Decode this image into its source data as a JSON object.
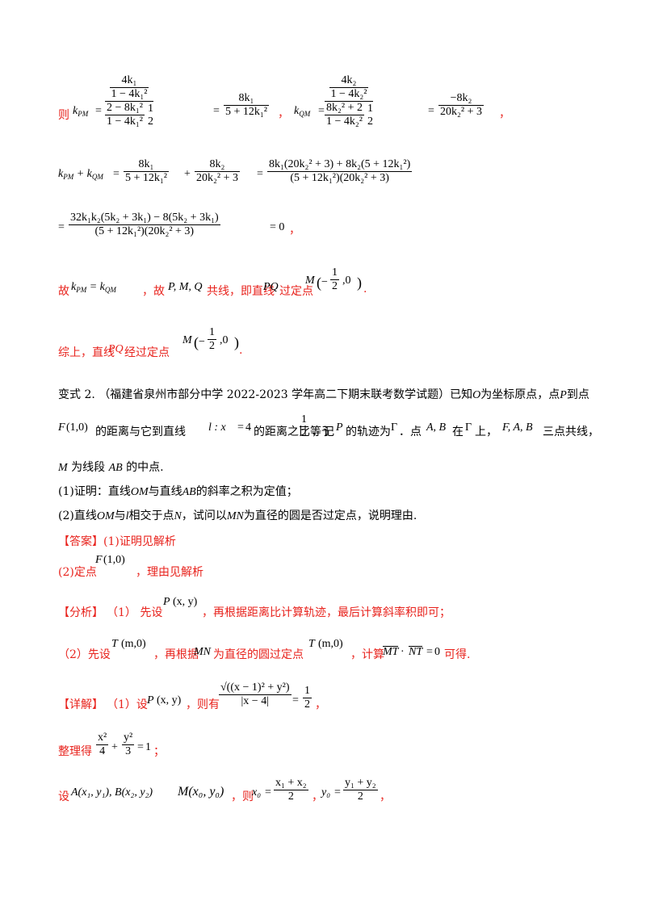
{
  "colors": {
    "red": "#e8231d",
    "black": "#000000"
  },
  "block1": {
    "prefix": "则",
    "kpm": "k",
    "kpm_sub": "PM",
    "kqm": "k",
    "kqm_sub": "QM",
    "pm_inner_num": "4k₁",
    "pm_inner_den": "1 − 4k₁²",
    "pm_mid_num": "2 − 8k₁²",
    "pm_mid_num_right": "1",
    "pm_mid_den": "1 − 4k₁²",
    "pm_mid_den_right": "2",
    "pm_result_num": "8k₁",
    "pm_result_den": "5 + 12k₁²",
    "qm_inner_num": "4k₂",
    "qm_inner_den": "1 − 4k₂²",
    "qm_mid_num": "8k₂² + 2",
    "qm_mid_num_right": "1",
    "qm_mid_den": "1 − 4k₂²",
    "qm_mid_den_right": "2",
    "qm_result_num": "−8k₂",
    "qm_result_den": "20k₂² + 3",
    "sep": "，",
    "end": "，"
  },
  "block2": {
    "lhs": "k",
    "lhs_sub1": "PM",
    "lhs_sub2": "QM",
    "f1_num": "8k₁",
    "f1_den": "5 + 12k₁²",
    "f2_num": "8k₂",
    "f2_den": "20k₂² + 3",
    "big_num": "8k₁(20k₂² + 3) + 8k₂(5 + 12k₁²)",
    "big_den": "(5 + 12k₁²)(20k₂² + 3)"
  },
  "block3": {
    "num": "32k₁k₂(5k₂ + 3k₁) − 8(5k₂ + 3k₁)",
    "den": "(5 + 12k₁²)(20k₂² + 3)",
    "rhs": "= 0",
    "end": "，"
  },
  "block4": {
    "t1": "故",
    "eq": "k",
    "sub1": "PM",
    "sub2": "QM",
    "t2": "，故",
    "pts": "P, M, Q",
    "t3": "共线，即直线",
    "pq": "PQ",
    "t4": "过定点",
    "M": "M",
    "frac_num": "1",
    "frac_den": "2",
    "pt_tail": ",0",
    "end": "."
  },
  "block5": {
    "t1": "综上，直线",
    "pq": "PQ",
    "t2": "经过定点",
    "M": "M",
    "frac_num": "1",
    "frac_den": "2",
    "pt_tail": ",0",
    "end": "."
  },
  "problem": {
    "label": "变式 2.",
    "source": "（福建省泉州市部分中学 2022-2023 学年高二下期末联考数学试题）已知",
    "O": "O",
    "t1": "为坐标原点，点",
    "P": "P",
    "t2": "到点",
    "F": "F",
    "F_coord": "(1,0)",
    "t3": "的距离与它到直线",
    "l": "l : x",
    "l_tail": "4",
    "t4": "的距离之比等于",
    "ratio_num": "1",
    "ratio_den": "2",
    "t5": "，记",
    "P2": "P",
    "t6": "的轨迹为",
    "t7": "．点",
    "AB": "A, B",
    "t8": "在",
    "t9": "上，",
    "FAB": "F, A, B",
    "t10": "三点共线，",
    "M": "M",
    "t11": "为线段",
    "AB2": "AB",
    "t12": "的中点.",
    "q1_pre": "(1)证明：直线",
    "q1_OM": "OM",
    "q1_mid": "与直线",
    "q1_AB": "AB",
    "q1_post": "的斜率之积为定值；",
    "q2_pre": "(2)直线",
    "q2_OM": "OM",
    "q2_mid": "与",
    "q2_l": "l",
    "q2_mid2": "相交于点",
    "q2_N": "N",
    "q2_mid3": "，试问以",
    "q2_MN": "MN",
    "q2_post": "为直径的圆是否过定点，说明理由."
  },
  "answer": {
    "label": "【答案】",
    "a1": "(1)证明见解析",
    "a2_pre": "(2)定点",
    "a2_F": "F",
    "a2_coord": "(1,0)",
    "a2_post": "，理由见解析"
  },
  "analysis": {
    "label": "【分析】",
    "p1_pre": "（1）  先设",
    "p1_P": "P",
    "p1_coord": "(x, y)",
    "p1_post": "，再根据距离比计算轨迹，最后计算斜率积即可；",
    "p2_pre": "（2）先设",
    "p2_T": "T",
    "p2_coord": "(m,0)",
    "p2_mid": "，再根据",
    "p2_MN": "MN",
    "p2_mid2": "为直径的圆过定点",
    "p2_T2": "T",
    "p2_coord2": "(m,0)",
    "p2_mid3": "，计算",
    "p2_MT": "MT",
    "p2_NT": "NT",
    "p2_eq": "0",
    "p2_post": "可得."
  },
  "detail": {
    "label": "【详解】",
    "d1_pre": "（1）设",
    "d1_P": "P",
    "d1_coord": "(x, y)",
    "d1_mid": "，则有",
    "d1_num": "√((x − 1)² + y²)",
    "d1_den": "|x − 4|",
    "d1_rhs_num": "1",
    "d1_rhs_den": "2",
    "d1_end": "，",
    "d2_pre": "整理得",
    "d2_f1_num": "x²",
    "d2_f1_den": "4",
    "d2_f2_num": "y²",
    "d2_f2_den": "3",
    "d2_rhs": "1",
    "d2_end": "；",
    "d3_pre": "设",
    "d3_A": "A(x₁, y₁), B(x₂, y₂)",
    "d3_M": "M(x₀, y₀)",
    "d3_mid": "，则",
    "d3_x0": "x₀",
    "d3_x0_num": "x₁ + x₂",
    "d3_x0_den": "2",
    "d3_sep": "，",
    "d3_y0": "y₀",
    "d3_y0_num": "y₁ + y₂",
    "d3_y0_den": "2",
    "d3_end": "，"
  }
}
